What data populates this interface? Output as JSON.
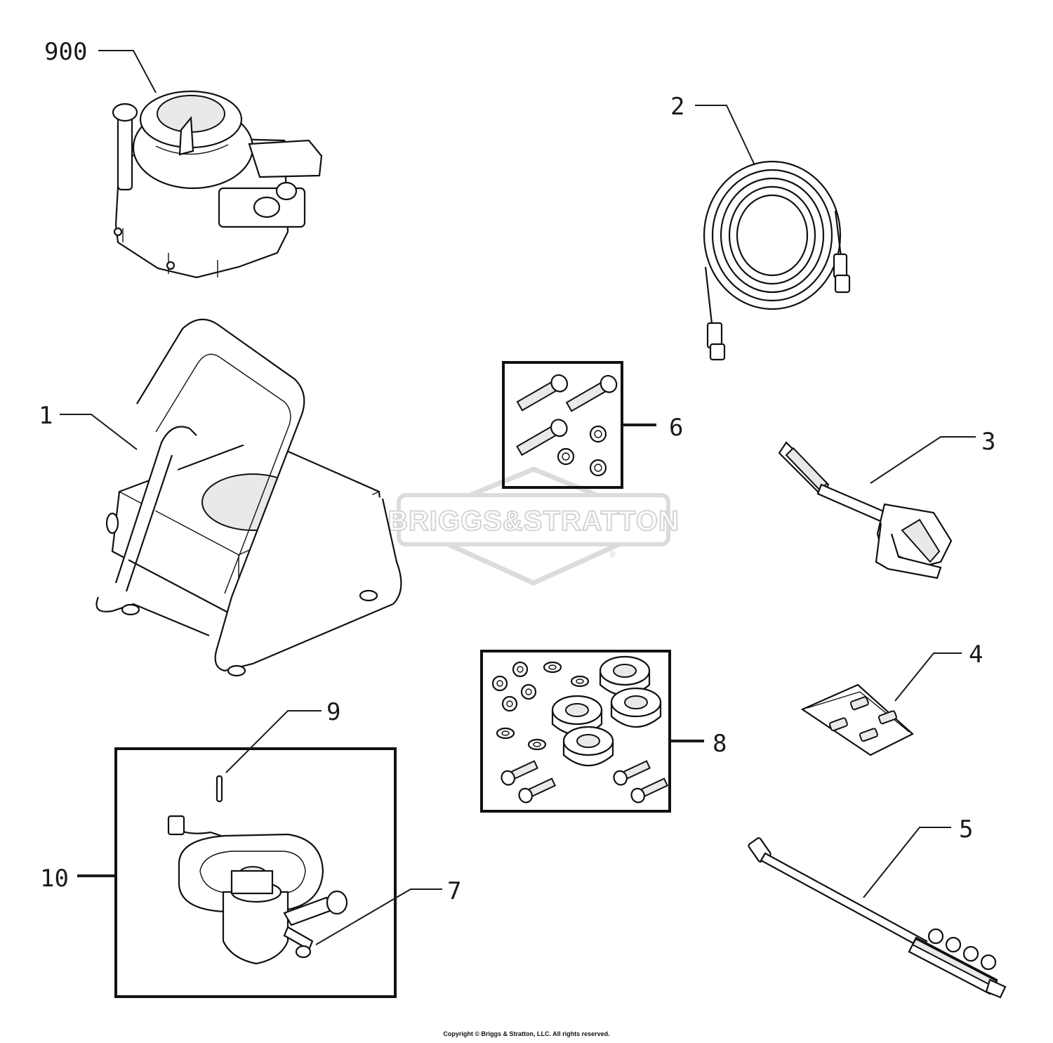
{
  "watermark": {
    "brand": "BRIGGS&STRATTON",
    "registered": "®"
  },
  "callouts": [
    {
      "id": "900"
    },
    {
      "id": "1"
    },
    {
      "id": "2"
    },
    {
      "id": "3"
    },
    {
      "id": "4"
    },
    {
      "id": "5"
    },
    {
      "id": "6"
    },
    {
      "id": "7"
    },
    {
      "id": "8"
    },
    {
      "id": "9"
    },
    {
      "id": "10"
    }
  ],
  "footer": {
    "copyright": "Copyright © Briggs & Stratton, LLC. All rights reserved."
  }
}
